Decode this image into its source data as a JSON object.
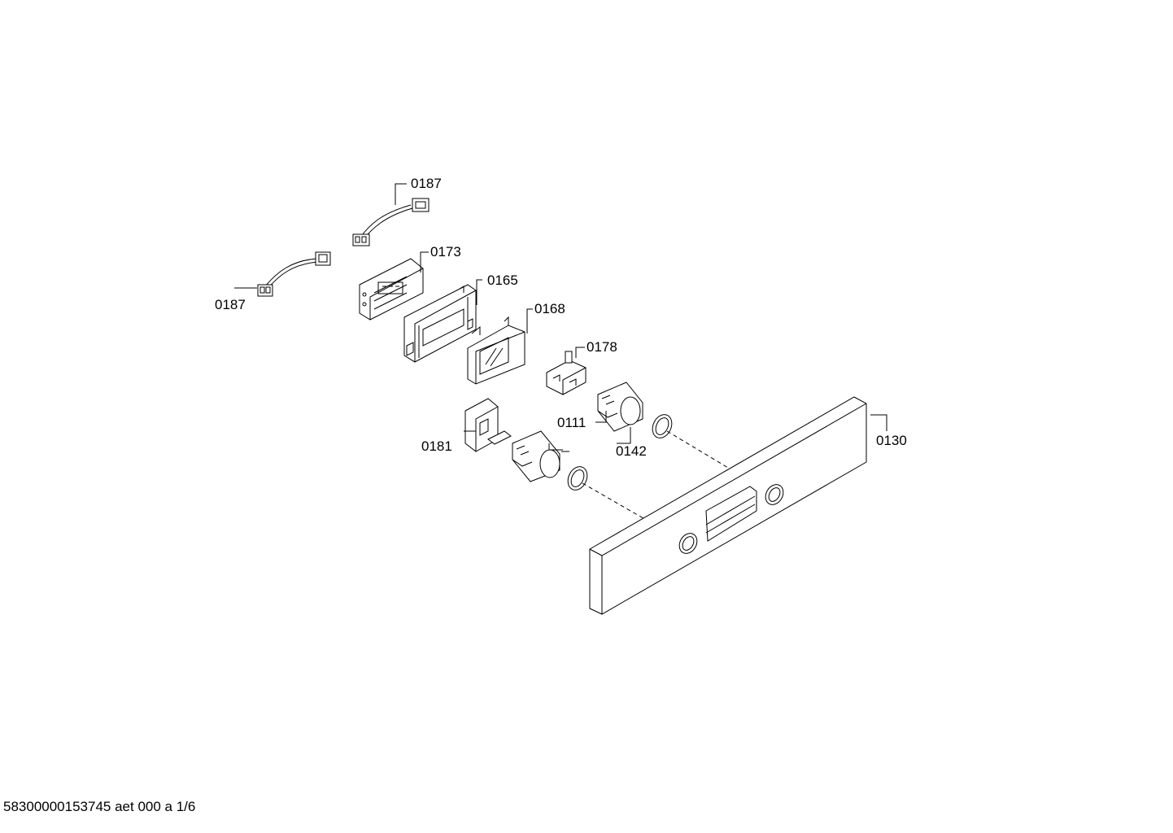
{
  "diagram": {
    "callouts": [
      {
        "id": "c-0187-top",
        "label": "0187"
      },
      {
        "id": "c-0187-left",
        "label": "0187"
      },
      {
        "id": "c-0173",
        "label": "0173"
      },
      {
        "id": "c-0165",
        "label": "0165"
      },
      {
        "id": "c-0168",
        "label": "0168"
      },
      {
        "id": "c-0178",
        "label": "0178"
      },
      {
        "id": "c-0111",
        "label": "0111"
      },
      {
        "id": "c-0181",
        "label": "0181"
      },
      {
        "id": "c-0142",
        "label": "0142"
      },
      {
        "id": "c-0130",
        "label": "0130"
      }
    ]
  },
  "footer": {
    "document_code": "58300000153745 aet 000 a 1/6"
  },
  "colors": {
    "line": "#000000",
    "background": "#ffffff"
  }
}
